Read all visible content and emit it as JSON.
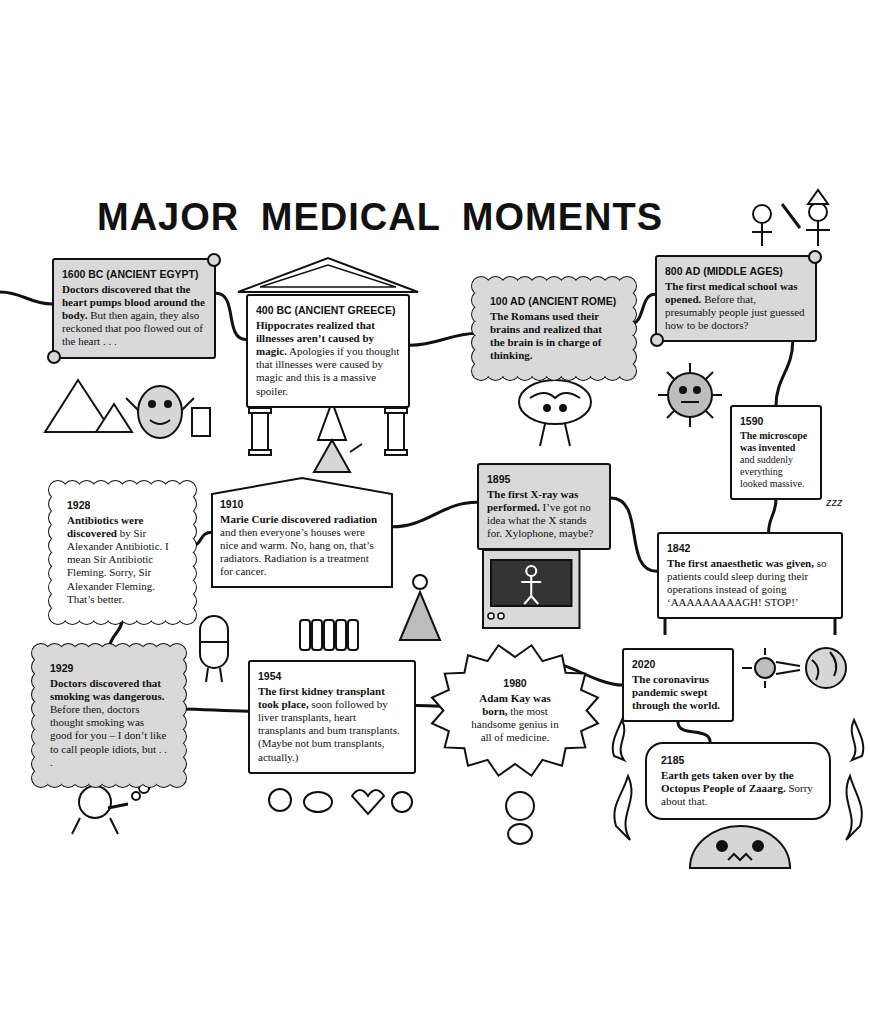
{
  "diagram": {
    "title": "MAJOR MEDICAL MOMENTS",
    "nodes": [
      {
        "text": [
          "1600 BC (ANCIENT EGYPT)",
          "Doctors discovered that the heart pumps blood around the body.",
          "But then again, they also reckoned that poo flowed out of the heart . . ."
        ]
      },
      {
        "text": [
          "400 BC (ANCIENT GREECE)",
          "Hippocrates realized that illnesses aren’t caused by magic.",
          "Apologies if you thought that illnesses were caused by magic and this is a massive spoiler."
        ]
      },
      {
        "text": [
          "100 AD (ANCIENT ROME)",
          "The Romans used their brains and realized that the brain is in charge of thinking."
        ]
      },
      {
        "text": [
          "800 AD (MIDDLE AGES)",
          "The first medical school was opened.",
          "Before that, presumably people just guessed how to be doctors?"
        ]
      },
      {
        "text": [
          "1590",
          "The microscope was invented",
          "and suddenly everything looked massive."
        ]
      },
      {
        "text": [
          "1842",
          "The first anaesthetic was given,",
          "so patients could sleep during their operations instead of going ‘AAAAAAAAAGH! STOP!’"
        ]
      },
      {
        "text": [
          "1895",
          "The first X-ray was performed.",
          "I’ve got no idea what the X stands for. Xylophone, maybe?"
        ]
      },
      {
        "text": [
          "1910",
          "Marie Curie discovered radiation",
          "and then everyone’s houses were nice and warm. No, hang on, that’s radiators. Radiation is a treatment for cancer."
        ]
      },
      {
        "text": [
          "1928",
          "Antibiotics were discovered",
          "by Sir Alexander Antibiotic. I mean Sir Antibiotic Fleming. Sorry, Sir Alexander Fleming. That’s better."
        ]
      },
      {
        "text": [
          "1929",
          "Doctors discovered that smoking was dangerous.",
          "Before then, doctors thought smoking was good for you – I don’t like to call people idiots, but . . ."
        ]
      },
      {
        "text": [
          "1954",
          "The first kidney transplant took place,",
          "soon followed by liver transplants, heart transplants and bum transplants. (Maybe not bum transplants, actually.)"
        ]
      },
      {
        "text": [
          "1980",
          "Adam Kay was born,",
          "the most handsome genius in all of medicine."
        ]
      },
      {
        "text": [
          "2020",
          "The coronavirus pandemic swept through the world."
        ]
      },
      {
        "text": [
          "2185",
          "Earth gets taken over by the Octopus People of Zaaarg.",
          "Sorry about that."
        ]
      }
    ],
    "edges": [
      {
        "from": 0,
        "to": 1,
        "arrow": "none"
      },
      {
        "from": 1,
        "to": 2,
        "arrow": "none"
      },
      {
        "from": 2,
        "to": 3,
        "arrow": "none"
      },
      {
        "from": 3,
        "to": 4,
        "arrow": "none"
      },
      {
        "from": 4,
        "to": 5,
        "arrow": "none"
      },
      {
        "from": 5,
        "to": 6,
        "arrow": "none"
      },
      {
        "from": 6,
        "to": 7,
        "arrow": "none"
      },
      {
        "from": 7,
        "to": 8,
        "arrow": "none"
      },
      {
        "from": 8,
        "to": 9,
        "arrow": "none"
      },
      {
        "from": 9,
        "to": 10,
        "arrow": "none"
      },
      {
        "from": 10,
        "to": 11,
        "arrow": "none"
      },
      {
        "from": 11,
        "to": 12,
        "arrow": "none"
      },
      {
        "from": 12,
        "to": 13,
        "arrow": "none"
      }
    ],
    "labels": [
      "zzz"
    ]
  }
}
